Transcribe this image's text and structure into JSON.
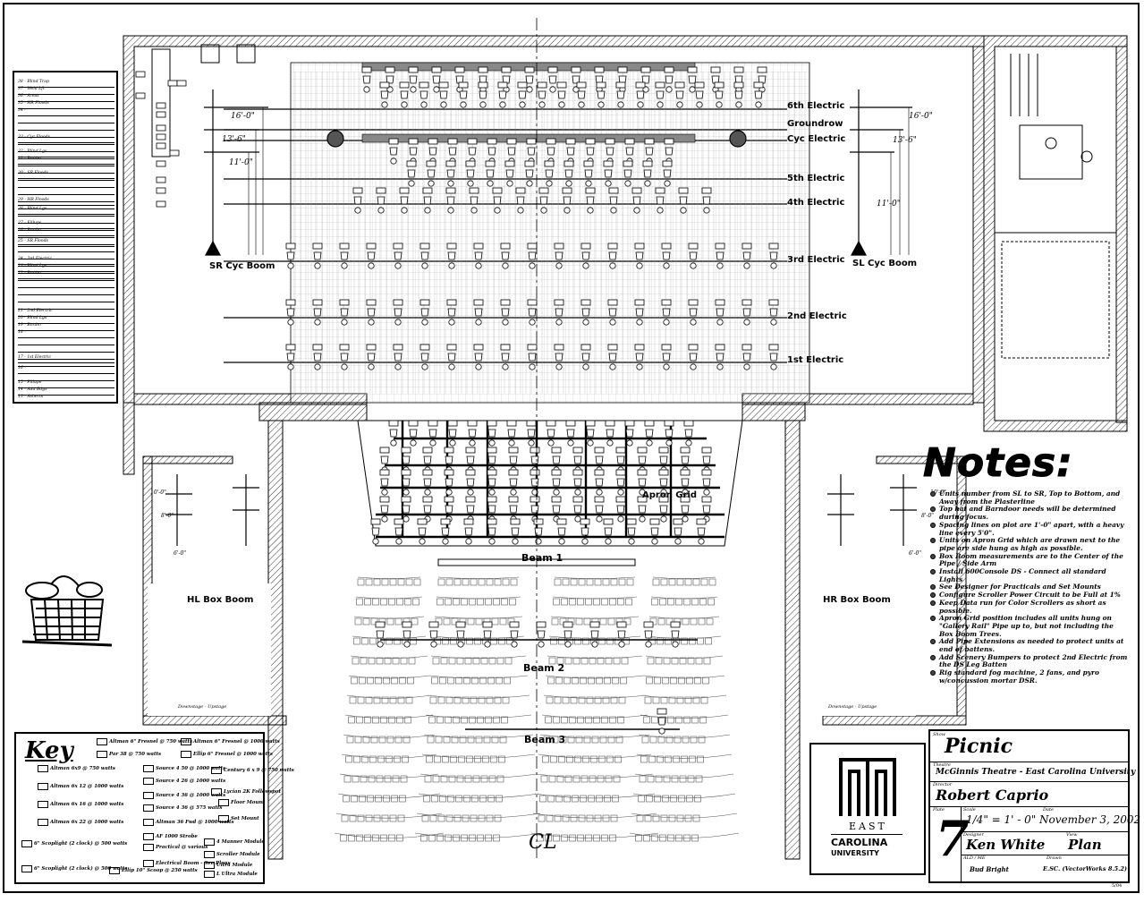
{
  "electrics": {
    "sixth": "6th Electric",
    "groundrow": "Groundrow",
    "cyc": "Cyc Electric",
    "fifth": "5th Electric",
    "fourth": "4th Electric",
    "third": "3rd Electric",
    "second": "2nd Electric",
    "first": "1st Electric",
    "apron_grid": "Apron Grid",
    "beam1": "Beam 1",
    "beam2": "Beam 2",
    "beam3": "Beam 3",
    "centerline": "CL"
  },
  "booms": {
    "sr_cyc": "SR Cyc Boom",
    "sl_cyc": "SL Cyc Boom",
    "hl_box": "HL Box Boom",
    "hr_box": "HR Box Boom",
    "dim_left": [
      "16'-0\"",
      "13'-6\"",
      "11'-0\""
    ],
    "dim_right": [
      "16'-0\"",
      "13'-6\"",
      "11'-0\""
    ],
    "dim_right_low": "11'-0\"",
    "dim_box_left": [
      "10'-0\"",
      "8'-0\"",
      "6'-0\""
    ],
    "dim_box_right": [
      "10'-0\"",
      "8'-0\"",
      "6'-0\""
    ],
    "downstage": "Downstage - Upstage"
  },
  "notes": {
    "title": "Notes:",
    "items": [
      "Units number from SL to SR, Top to Bottom, and Away from the Plasterline",
      "Top hat and Barndoor needs will be determined during focus.",
      "Spacing lines on plot are 1'-0\" apart, with a heavy line every 5'0\".",
      "Units on Apron Grid which are drawn next to the pipe are side hung as high as possible.",
      "Box Boom measurements are to the Center of the Pipe / Side Arm",
      "Install 600Console DS - Connect all standard Lights",
      "See Designer for Practicals and Set Mounts",
      "Configure Scroller Power Circuit to be Full at 1%",
      "Keep Data run for Color Scrollers as short as possible.",
      "Apron Grid position includes all units hung on \"Gallery Rail\" Pipe up to, but not including the Box Boom Trees.",
      "Add Pipe Extensions as needed to protect units at end of battens.",
      "Add Scenery Bumpers to protect 2nd Electric from the DS Leg Batten",
      "Rig standard fog machine, 2 fans, and pyro w/concussion mortar DSR."
    ]
  },
  "key": {
    "title": "Key",
    "items": [
      "Altman 6x9 @ 750 watts",
      "Altman 6x 12 @ 1000 watts",
      "Altman 6x 16 @ 1000 watts",
      "Altman 6x 22 @ 1000 watts",
      "6\" Scoplight (2 clock) @ 500 watts",
      "6\" Scoplight (2 clock) @ 500 watts",
      "Altman 6\" Fresnel @ 750 watts",
      "Par 38 @ 750 watts",
      "Source 4 50 @ 1000 watts",
      "Source 4 26 @ 1000 watts",
      "Source 4 36 @ 1000 watts",
      "Source 4 36 @ 575 watts",
      "Altman 36 Fwd @ 1000 watts",
      "AF 1000 Strobe",
      "Practical @ various",
      "Electrical Boom - See Plans",
      "Altman 6\" Fresnel @ 1000 watts",
      "Ellip 6\" Fresnel @ 1000 watts",
      "Century 6 x 9 @ 750 watts",
      "Lycian 2K Followspot",
      "Floor Mount",
      "Set Mount",
      "Ellip 10\" Scoop @ 250 watts",
      "4 Manner Module",
      "Scroller Module",
      "Ultra Module",
      "L Ultra Module"
    ]
  },
  "title_block": {
    "show_caption": "Show",
    "show": "Picnic",
    "theatre_caption": "Theatre",
    "theatre": "McGinnis Theatre - East Carolina University",
    "director_caption": "Director",
    "director": "Robert Caprio",
    "plate_caption": "Plate",
    "plate": "7",
    "scale_caption": "Scale",
    "scale": "1/4\" = 1' - 0\"",
    "date_caption": "Date",
    "date": "November 3, 2002",
    "designer_caption": "Designer",
    "designer": "Ken White",
    "view_caption": "View",
    "view": "Plan",
    "ald_caption": "ALD / ME",
    "ald": "Bud Bright",
    "file_caption": "Drawn",
    "file": "E.SC. (VectorWorks 8.5.2)",
    "version": "5/04"
  },
  "logo": {
    "line1": "EAST",
    "line2": "CAROLINA",
    "line3": "UNIVERSITY"
  },
  "channels": [
    "38 - Blind Trap",
    "37 - Weld Lft",
    "36 - Areas",
    "35 - HR Floods",
    "34 -",
    "33 - Cyc Floods",
    "32 - Blind Lgs",
    "31 - Border",
    "30 - SR Floods",
    "29 - HR Floods",
    "28 - Blind Lgs",
    "27 - Fillups",
    "26 - Border",
    "25 - SR Floods",
    "24 - 3rd Electric",
    "23 - Blind Lgs",
    "22 - Border",
    "21 - 2nd Electric",
    "20 - Blind Lgs",
    "19 - Border",
    "18 -",
    "17 - 1st Electric",
    "16 -",
    "15 - Fillups",
    "14 - Add Bdgs",
    "13 - Asherts"
  ]
}
